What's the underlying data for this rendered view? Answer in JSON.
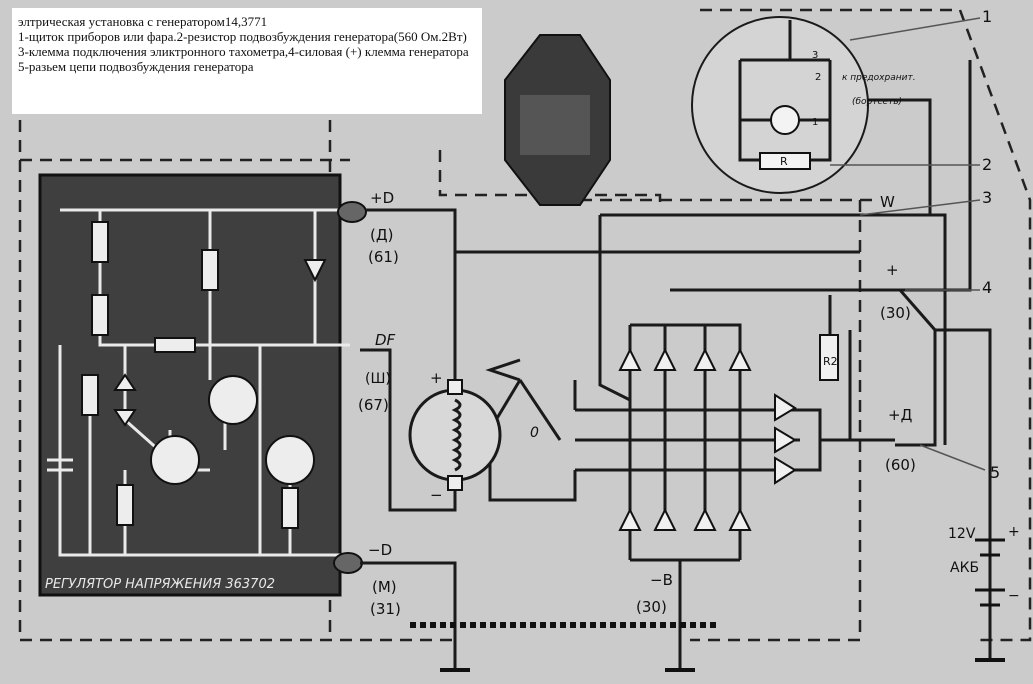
{
  "caption": {
    "title": "элтрическая установка с генератором14,3771",
    "line1": "1-щиток приборов или фара.2-резистор подвозбуждения генератора(560 Ом.2Вт)",
    "line2": "3-клемма подключения эликтронного тахометра,4-силовая (+) клемма генератора",
    "line3": "5-разьем цепи подвозбуждения генератора"
  },
  "labels": {
    "plus_d": "+D",
    "plus_d_ru": "(Д)",
    "plus_d_num": "(61)",
    "df": "DF",
    "df_ru": "(Ш)",
    "df_num": "(67)",
    "minus_d": "−D",
    "minus_d_ru": "(М)",
    "minus_d_num": "(31)",
    "regulator": "РЕГУЛЯТОР НАПРЯЖЕНИЯ 363702",
    "w": "W",
    "plus": "+",
    "plus_num": "(30)",
    "plus_d2": "+Д",
    "plus_d2_num": "(60)",
    "minus_b": "−B",
    "minus_b_num": "(30)",
    "zero": "0",
    "plus_motor": "+",
    "minus_motor": "−",
    "r_label": "R",
    "r22": "R2",
    "lamp_to1": "к предохранит.",
    "lamp_to2": "(бортсеть)",
    "num1": "1",
    "num2": "2",
    "num3": "3",
    "num4": "4",
    "num5": "5",
    "lamp_n3": "3",
    "lamp_n2": "2",
    "lamp_n1": "1",
    "v12": "12V",
    "akb": "АКБ",
    "batt_plus": "+",
    "batt_minus": "−"
  },
  "colors": {
    "ink": "#1a1a1a",
    "paper": "#cfcfcf",
    "module": "#3b3b3b"
  }
}
